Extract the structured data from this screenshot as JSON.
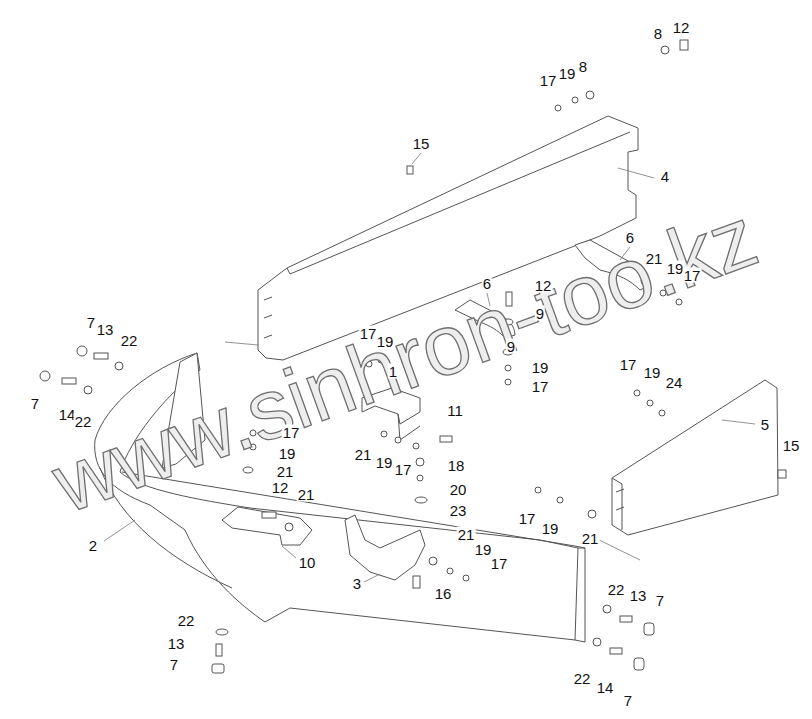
{
  "diagram": {
    "labels": [
      "8",
      "12",
      "17",
      "19",
      "8",
      "15",
      "4",
      "6",
      "21",
      "19",
      "17",
      "6",
      "12",
      "9",
      "9",
      "19",
      "17",
      "17",
      "19",
      "1",
      "7",
      "13",
      "22",
      "7",
      "14",
      "22",
      "11",
      "17",
      "19",
      "24",
      "5",
      "15",
      "21",
      "19",
      "17",
      "18",
      "17",
      "19",
      "21",
      "12",
      "21",
      "20",
      "23",
      "17",
      "19",
      "21",
      "2",
      "10",
      "21",
      "19",
      "17",
      "3",
      "16",
      "22",
      "13",
      "7",
      "22",
      "13",
      "7",
      "22",
      "14",
      "7",
      "www.sinhron-too.kz"
    ]
  }
}
